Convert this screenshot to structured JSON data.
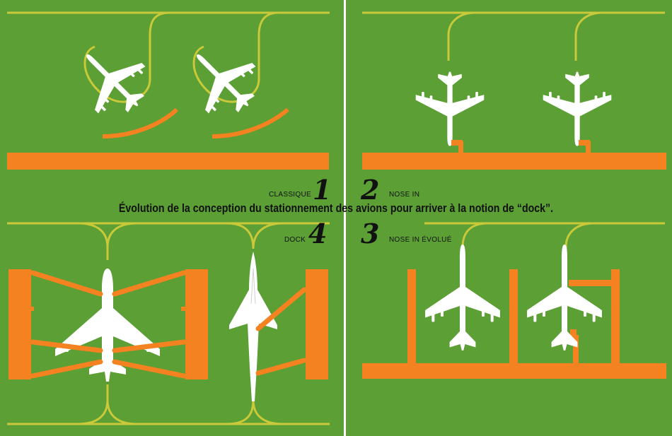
{
  "caption": "Évolution de la conception du stationnement des avions pour arriver à la notion de “dock”.",
  "panels": [
    {
      "number": "1",
      "label": "CLASSIQUE"
    },
    {
      "number": "2",
      "label": "NOSE IN"
    },
    {
      "number": "3",
      "label": "NOSE IN ÉVOLUÉ"
    },
    {
      "number": "4",
      "label": "DOCK"
    }
  ],
  "colors": {
    "field": "#5b9f35",
    "taxi_line": "#c9c93a",
    "terminal": "#f58220",
    "aircraft": "#ffffff",
    "divider": "#ffffff"
  },
  "icons": [
    "airliner-icon",
    "jumbo-jet-icon",
    "supersonic-jet-icon"
  ]
}
